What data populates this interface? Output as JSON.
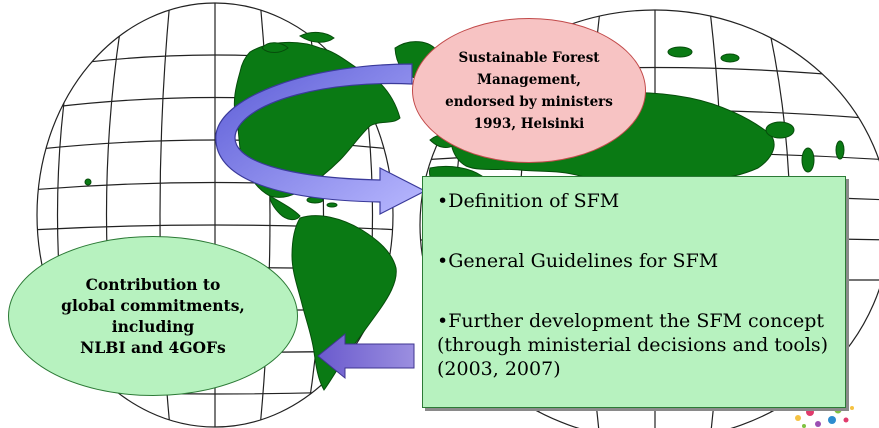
{
  "diagram": {
    "top_ellipse": {
      "text": "Sustainable Forest\nManagement,\nendorsed by  ministers\n1993, Helsinki"
    },
    "left_ellipse": {
      "text": "Contribution to\nglobal commitments,\nincluding\nNLBI and 4GOFs"
    },
    "main_box": {
      "bullets": [
        "•Definition of SFM",
        "•General Guidelines for SFM",
        "•Further development the SFM concept (through ministerial decisions and tools) (2003, 2007)"
      ]
    }
  }
}
